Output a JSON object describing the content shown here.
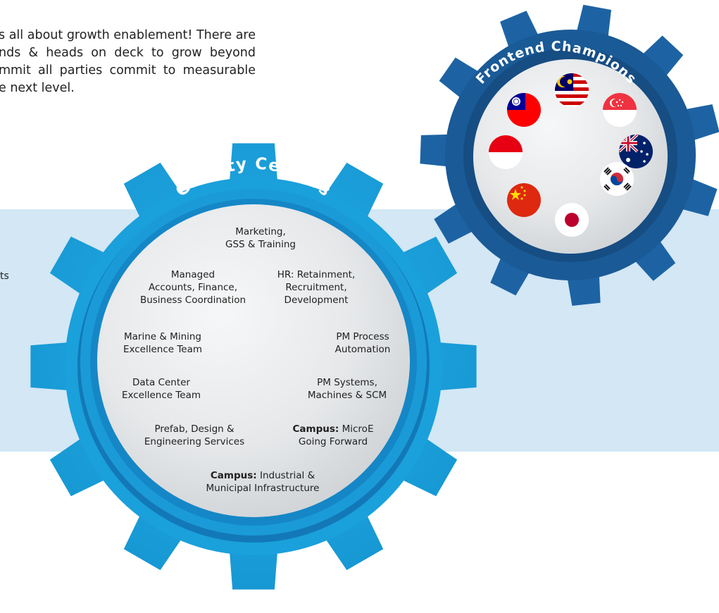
{
  "intro": {
    "lines": [
      "s all about growth enablement! There are",
      "nds & heads on deck to grow beyond",
      "mmit all parties commit to measurable",
      "e next level."
    ]
  },
  "side_fragment": "ts",
  "gravity": {
    "title": "Gravity Centers",
    "items": [
      {
        "bold": "",
        "lines": [
          "Marketing,",
          "GSS & Training"
        ]
      },
      {
        "bold": "",
        "lines": [
          "Managed",
          "Accounts, Finance,",
          "Business Coordination"
        ]
      },
      {
        "bold": "",
        "lines": [
          "HR: Retainment,",
          "Recruitment,",
          "Development"
        ]
      },
      {
        "bold": "",
        "lines": [
          "Marine & Mining",
          "Excellence Team"
        ]
      },
      {
        "bold": "",
        "lines": [
          "PM Process",
          "Automation"
        ]
      },
      {
        "bold": "",
        "lines": [
          "Data Center",
          "Excellence Team"
        ]
      },
      {
        "bold": "",
        "lines": [
          "PM Systems,",
          "Machines & SCM"
        ]
      },
      {
        "bold": "",
        "lines": [
          "Prefab, Design &",
          "Engineering Services"
        ]
      },
      {
        "bold": "Campus:",
        "lines": [
          " MicroE",
          "Going Forward"
        ]
      },
      {
        "bold": "Campus:",
        "lines": [
          " Industrial &",
          "Municipal Infrastructure"
        ]
      }
    ]
  },
  "frontend": {
    "title": "Frontend Champions",
    "flags": [
      "malaysia-flag",
      "singapore-flag",
      "taiwan-flag",
      "indonesia-flag",
      "australia-flag",
      "china-flag",
      "south-korea-flag",
      "japan-flag"
    ]
  },
  "colors": {
    "band": "#d3e7f5",
    "gear_light": "#1ba3dd",
    "gear_light_dark": "#1479b8",
    "gear_dark": "#1d63a3",
    "gear_dark_shade": "#174f84",
    "face": "#e4e6e8"
  }
}
